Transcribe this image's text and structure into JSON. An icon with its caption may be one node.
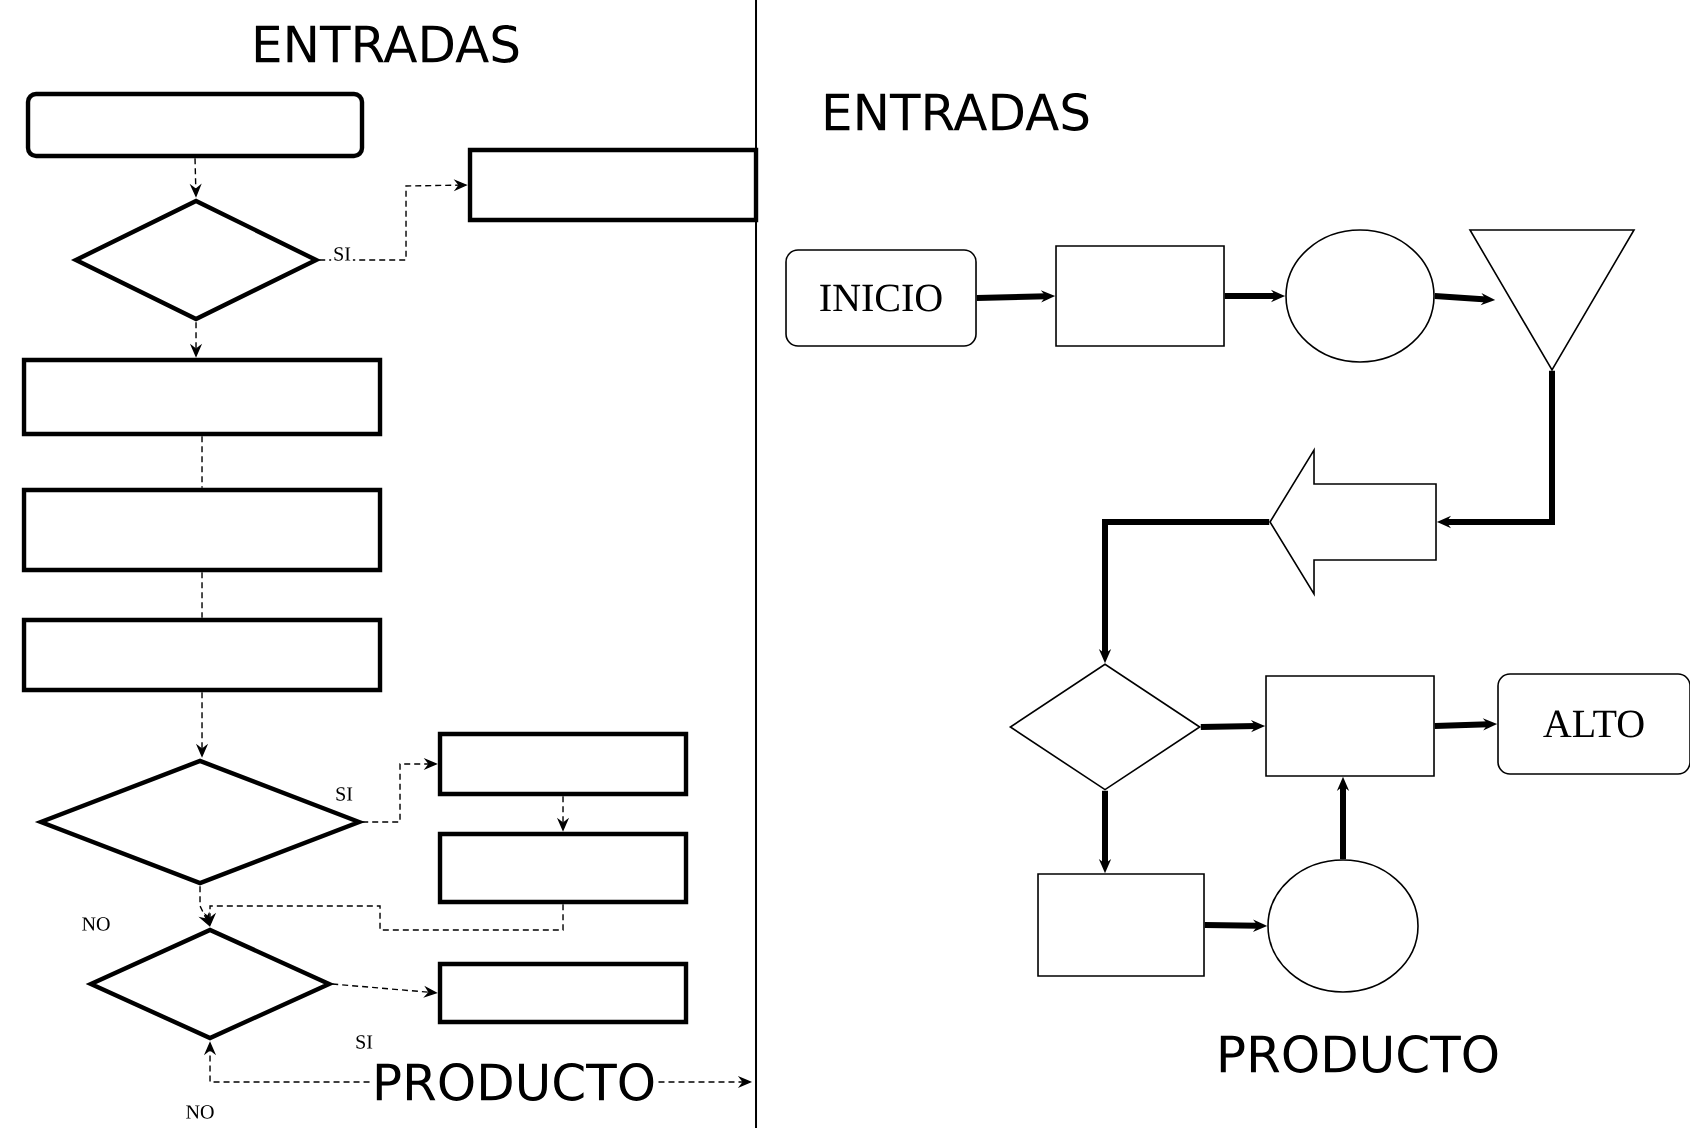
{
  "diagram": {
    "nodes": [
      {
        "text": [],
        "shape": "box"
      },
      {
        "text": [],
        "shape": "diamond"
      },
      {
        "text": [],
        "shape": "box"
      },
      {
        "text": [],
        "shape": "box"
      },
      {
        "text": [],
        "shape": "box"
      },
      {
        "text": [],
        "shape": "box"
      },
      {
        "text": [],
        "shape": "diamond"
      },
      {
        "text": [],
        "shape": "box"
      },
      {
        "text": [],
        "shape": "box"
      },
      {
        "text": [],
        "shape": "diamond"
      },
      {
        "text": [],
        "shape": "box"
      },
      {
        "text": [
          "PRODUCTO"
        ]
      },
      {
        "text": [
          "INICIO"
        ]
      },
      {
        "text": [],
        "shape": "box"
      },
      {
        "text": [],
        "shape": "circle"
      },
      {
        "text": [],
        "shape": "triangle"
      },
      {
        "text": [],
        "shape": "arrow"
      },
      {
        "text": [],
        "shape": "diamond"
      },
      {
        "text": [],
        "shape": "box"
      },
      {
        "text": [
          "ALTO"
        ]
      },
      {
        "text": [],
        "shape": "box"
      },
      {
        "text": [],
        "shape": "circle"
      }
    ],
    "edges": [
      {
        "from": 0,
        "to": 1,
        "arrow": "to",
        "style": "dashed"
      },
      {
        "from": 1,
        "to": 2,
        "arrow": "to",
        "style": "dashed",
        "label": "SI"
      },
      {
        "from": 1,
        "to": 3,
        "arrow": "to",
        "style": "dashed"
      },
      {
        "from": 3,
        "to": 4,
        "arrow": "none",
        "style": "dashed"
      },
      {
        "from": 4,
        "to": 5,
        "arrow": "none",
        "style": "dashed"
      },
      {
        "from": 5,
        "to": 6,
        "arrow": "to",
        "style": "dashed"
      },
      {
        "from": 6,
        "to": 7,
        "arrow": "to",
        "style": "dashed",
        "label": "SI"
      },
      {
        "from": 7,
        "to": 8,
        "arrow": "to",
        "style": "dashed"
      },
      {
        "from": 8,
        "to": 9,
        "arrow": "to",
        "style": "dashed"
      },
      {
        "from": 6,
        "to": 9,
        "arrow": "to",
        "style": "dashed",
        "label": "NO"
      },
      {
        "from": 9,
        "to": 10,
        "arrow": "to",
        "style": "dashed",
        "label": "SI"
      },
      {
        "from": 11,
        "to": 9,
        "arrow": "to",
        "style": "dashed",
        "label": "NO"
      },
      {
        "from": 11,
        "to": null,
        "arrow": "to",
        "style": "dashed"
      },
      {
        "from": 12,
        "to": 13,
        "arrow": "to",
        "style": "thick"
      },
      {
        "from": 13,
        "to": 14,
        "arrow": "to",
        "style": "thick"
      },
      {
        "from": 14,
        "to": 15,
        "arrow": "to",
        "style": "thick"
      },
      {
        "from": 15,
        "to": 16,
        "arrow": "to",
        "style": "thick"
      },
      {
        "from": 16,
        "to": 17,
        "arrow": "to",
        "style": "thick"
      },
      {
        "from": 17,
        "to": 18,
        "arrow": "to",
        "style": "thick"
      },
      {
        "from": 18,
        "to": 19,
        "arrow": "to",
        "style": "thick"
      },
      {
        "from": 17,
        "to": 20,
        "arrow": "to",
        "style": "thick"
      },
      {
        "from": 20,
        "to": 21,
        "arrow": "to",
        "style": "thick"
      },
      {
        "from": 21,
        "to": 18,
        "arrow": "to",
        "style": "thick"
      }
    ],
    "labels": [
      "ENTRADAS",
      "ENTRADAS",
      "PRODUCTO"
    ]
  }
}
